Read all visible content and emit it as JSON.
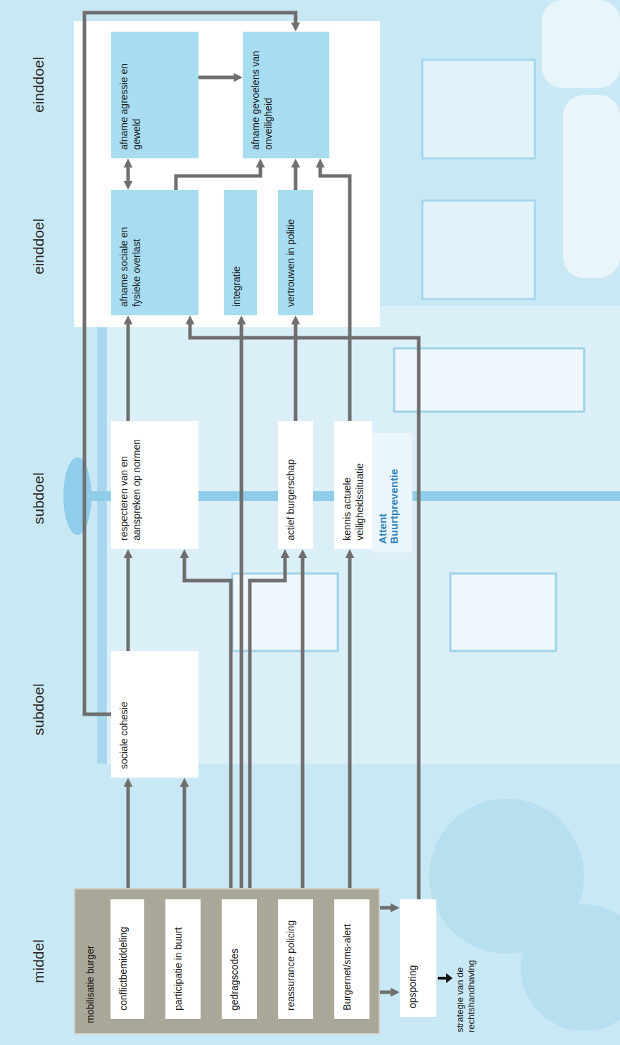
{
  "diagram": {
    "nodes": [
      {
        "text": [
          "mobilisatie burger"
        ]
      },
      {
        "text": [
          "conflictbemiddeling"
        ],
        "in": 0
      },
      {
        "text": [
          "participatie in buurt"
        ],
        "in": 0
      },
      {
        "text": [
          "gedragscodes"
        ],
        "in": 0
      },
      {
        "text": [
          "reassurance policing"
        ],
        "in": 0
      },
      {
        "text": [
          "Burgernet/sms-alert"
        ],
        "in": 0
      },
      {
        "text": [
          "opsporing"
        ]
      },
      {
        "text": [
          "sociale cohesie"
        ]
      },
      {
        "text": [
          "respecteren van en aanspreken op normen"
        ]
      },
      {
        "text": [
          "actief burgerschap"
        ]
      },
      {
        "text": [
          "kennis actuele veiligheidssituatie"
        ]
      },
      {
        "text": [
          "afname sociale en fysieke overlast"
        ]
      },
      {
        "text": [
          "integratie"
        ]
      },
      {
        "text": [
          "vertrouwen in politie"
        ]
      },
      {
        "text": [
          "afname agressie en geweld"
        ]
      },
      {
        "text": [
          "afname gevoelens van onveiligheid"
        ]
      }
    ],
    "edges": [
      {
        "from": 1,
        "to": 7,
        "arrow": "to"
      },
      {
        "from": 2,
        "to": 7,
        "arrow": "to"
      },
      {
        "from": 7,
        "to": 8,
        "arrow": "to"
      },
      {
        "from": 7,
        "to": 15,
        "arrow": "to"
      },
      {
        "from": 8,
        "to": 11,
        "arrow": "to"
      },
      {
        "from": 3,
        "to": 8,
        "arrow": "to"
      },
      {
        "from": 3,
        "to": 12,
        "arrow": "to"
      },
      {
        "from": 3,
        "to": 9,
        "arrow": "to"
      },
      {
        "from": 4,
        "to": 9,
        "arrow": "to"
      },
      {
        "from": 4,
        "to": 5,
        "arrow": "none"
      },
      {
        "from": 5,
        "to": 10,
        "arrow": "to"
      },
      {
        "from": 5,
        "to": 6,
        "arrow": "to"
      },
      {
        "from": 5,
        "to": 6,
        "arrow": "to"
      },
      {
        "from": 6,
        "to": 11,
        "arrow": "to"
      },
      {
        "from": 10,
        "to": 15,
        "arrow": "to"
      },
      {
        "from": 9,
        "to": 13,
        "arrow": "to"
      },
      {
        "from": 11,
        "to": 15,
        "arrow": "to"
      },
      {
        "from": 13,
        "to": 15,
        "arrow": "to"
      },
      {
        "from": 11,
        "to": 14,
        "arrow": "both"
      },
      {
        "from": 14,
        "to": 15,
        "arrow": "to"
      }
    ],
    "labels": [
      "middel",
      "subdoel",
      "subdoel",
      "einddoel",
      "einddoel",
      "strategie van de rechtshandhaving",
      "Attent Buurtpreventie"
    ]
  }
}
